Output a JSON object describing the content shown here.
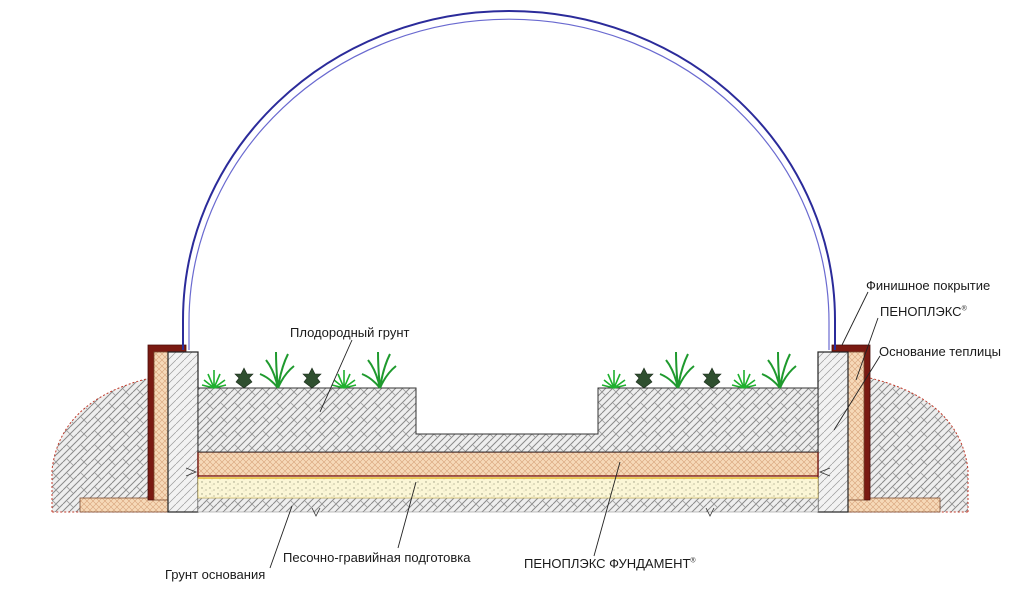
{
  "labels": {
    "fertile_soil": "Плодородный грунт",
    "finish_coating": "Финишное покрытие",
    "penoplex": "ПЕНОПЛЭКС",
    "greenhouse_base": "Основание теплицы",
    "ground_base": "Грунт основания",
    "sand_gravel": "Песочно-гравийная подготовка",
    "penoplex_foundation": "ПЕНОПЛЭКС ФУНДАМЕНТ",
    "registered_mark": "®"
  },
  "colors": {
    "arch": "#2b2b9a",
    "soil_fill": "#ededed",
    "soil_hatch": "#8a8a8a",
    "penoplex_fill": "#f6d9b8",
    "penoplex_hatch": "#d6a27a",
    "finish": "#7a1a12",
    "sand_fill": "#fbf6d6",
    "sand_dots": "#9a9a80",
    "plant": "#1f9a2e",
    "plant_dark": "#2f4f2f",
    "mound_outline": "#c03a2a"
  }
}
